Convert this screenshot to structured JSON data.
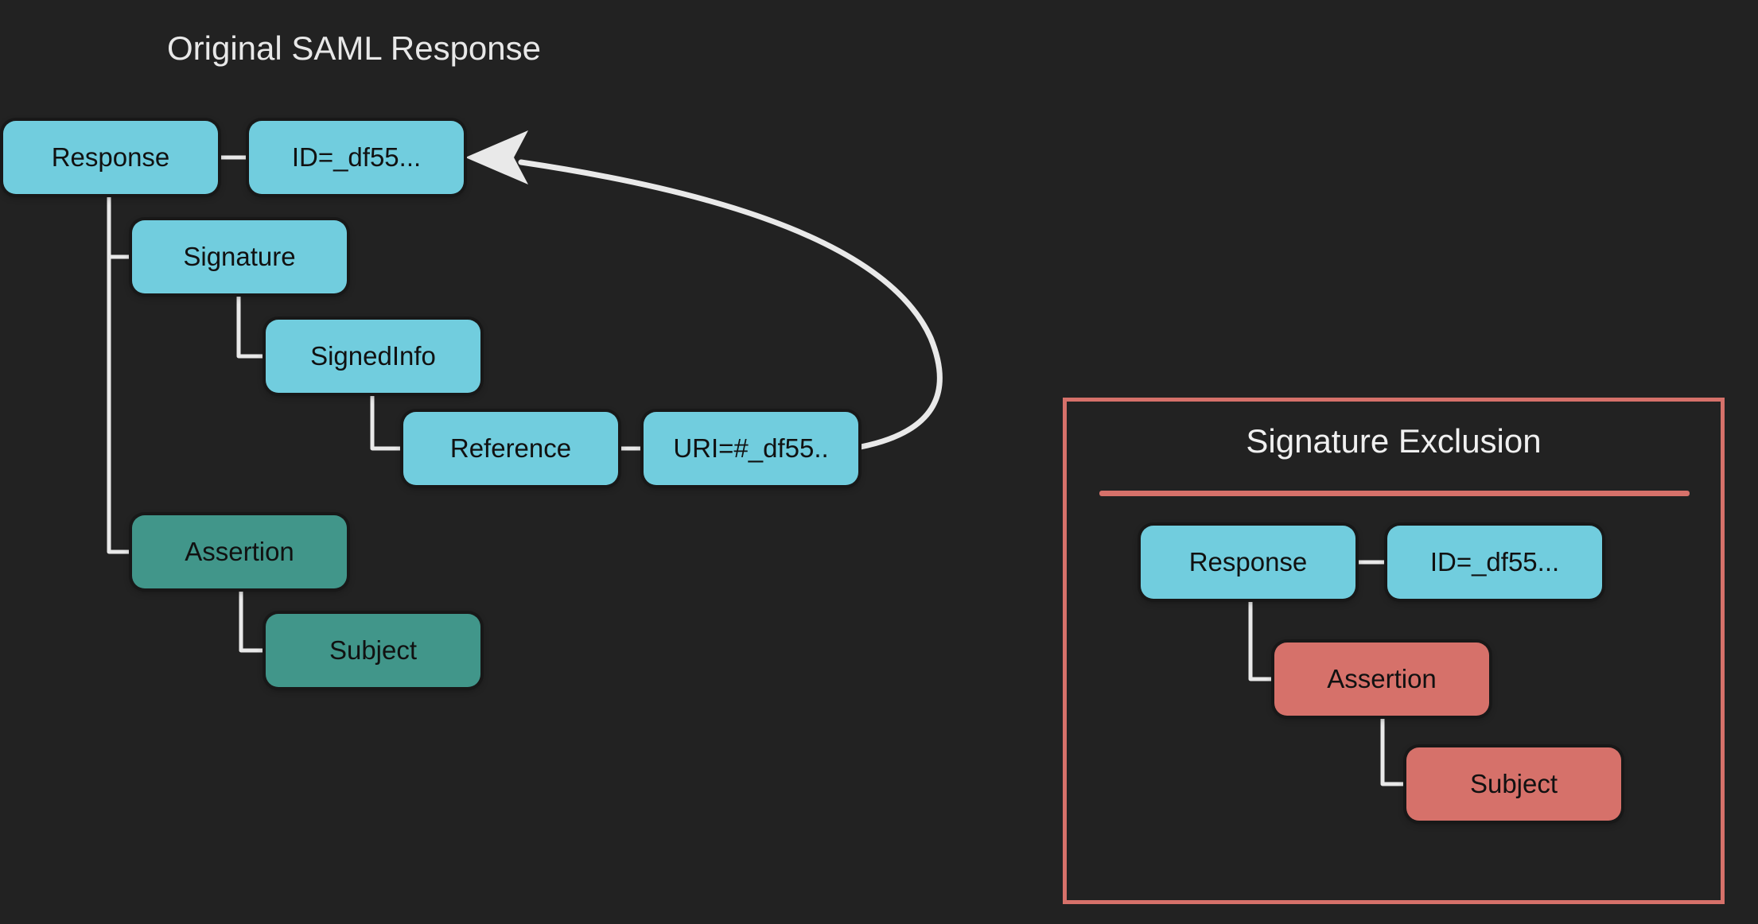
{
  "colors": {
    "background": "#222222",
    "node_cyan": "#71cdde",
    "node_teal": "#41968a",
    "node_red": "#d6716a",
    "panel_border": "#d6716a",
    "connector": "#e9e9e9",
    "node_text": "#111111",
    "title_text": "#e8e8e8"
  },
  "left_diagram": {
    "title": "Original SAML Response",
    "nodes": {
      "response": {
        "label": "Response"
      },
      "id_attribute": {
        "label": "ID=_df55..."
      },
      "signature": {
        "label": "Signature"
      },
      "signed_info": {
        "label": "SignedInfo"
      },
      "reference": {
        "label": "Reference"
      },
      "uri_attribute": {
        "label": "URI=#_df55.."
      },
      "assertion": {
        "label": "Assertion"
      },
      "subject": {
        "label": "Subject"
      }
    }
  },
  "right_diagram": {
    "title": "Signature Exclusion",
    "nodes": {
      "response": {
        "label": "Response"
      },
      "id_attribute": {
        "label": "ID=_df55..."
      },
      "assertion": {
        "label": "Assertion"
      },
      "subject": {
        "label": "Subject"
      }
    }
  }
}
